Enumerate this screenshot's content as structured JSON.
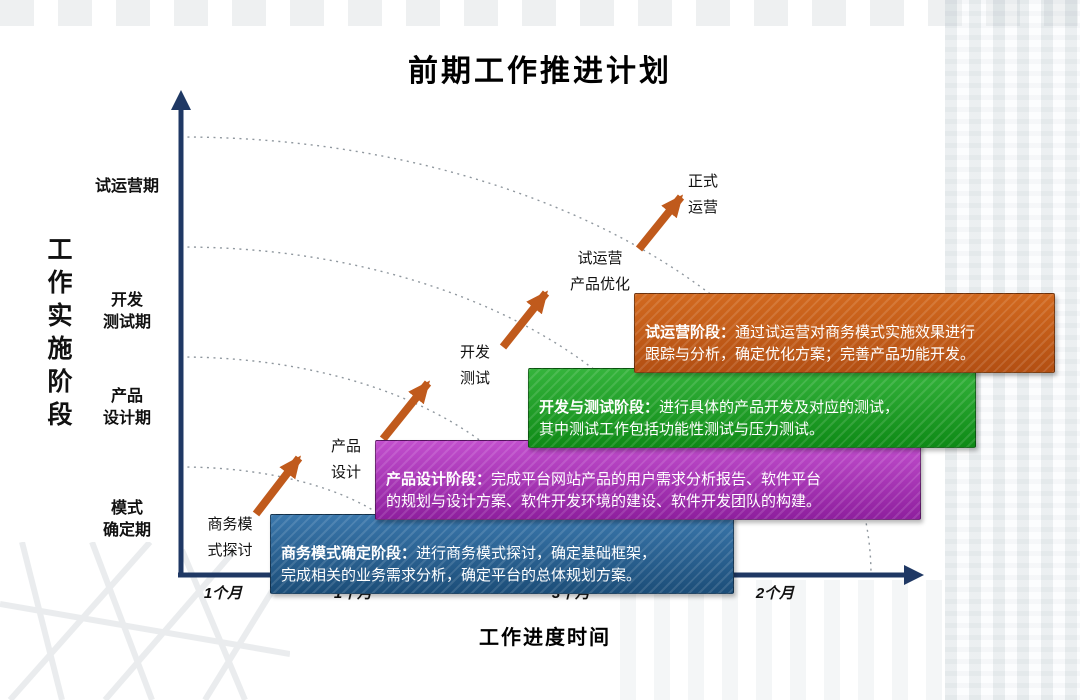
{
  "title": "前期工作推进计划",
  "y_axis": {
    "title": "工作实施阶段",
    "stages": [
      {
        "label": "试运营期"
      },
      {
        "label": "开发\n测试期"
      },
      {
        "label": "产品\n设计期"
      },
      {
        "label": "模式\n确定期"
      }
    ]
  },
  "x_axis": {
    "title": "工作进度时间",
    "ticks": [
      {
        "label": "1个月"
      },
      {
        "label": "1个月"
      },
      {
        "label": "3个月"
      },
      {
        "label": "2个月"
      }
    ]
  },
  "milestones": [
    {
      "label": "商务模\n式探讨"
    },
    {
      "label": "产品\n设计"
    },
    {
      "label": "开发\n测试"
    },
    {
      "label": "试运营\n产品优化"
    },
    {
      "label": "正式\n运营"
    }
  ],
  "phase_boxes": [
    {
      "heading": "商务模式确定阶段：",
      "body": "进行商务模式探讨，确定基础框架，\n完成相关的业务需求分析，确定平台的总体规划方案。",
      "color_top": "#3a77ac",
      "color_bottom": "#1c4e79"
    },
    {
      "heading": "产品设计阶段：",
      "body": "完成平台网站产品的用户需求分析报告、软件平台\n的规划与设计方案、软件开发环境的建设、软件开发团队的构建。",
      "color_top": "#c24fce",
      "color_bottom": "#8e1f9e"
    },
    {
      "heading": "开发与测试阶段：",
      "body": "进行具体的产品开发及对应的测试，\n其中测试工作包括功能性测试与压力测试。",
      "color_top": "#35b43c",
      "color_bottom": "#0e8a16"
    },
    {
      "heading": "试运营阶段：",
      "body": "通过试运营对商务模式实施效果进行\n跟踪与分析，确定优化方案；完善产品功能开发。",
      "color_top": "#d2691f",
      "color_bottom": "#b34f12"
    }
  ],
  "colors": {
    "axis": "#1f3864",
    "arrow": "#c05a1c",
    "arc": "#8f979e"
  }
}
